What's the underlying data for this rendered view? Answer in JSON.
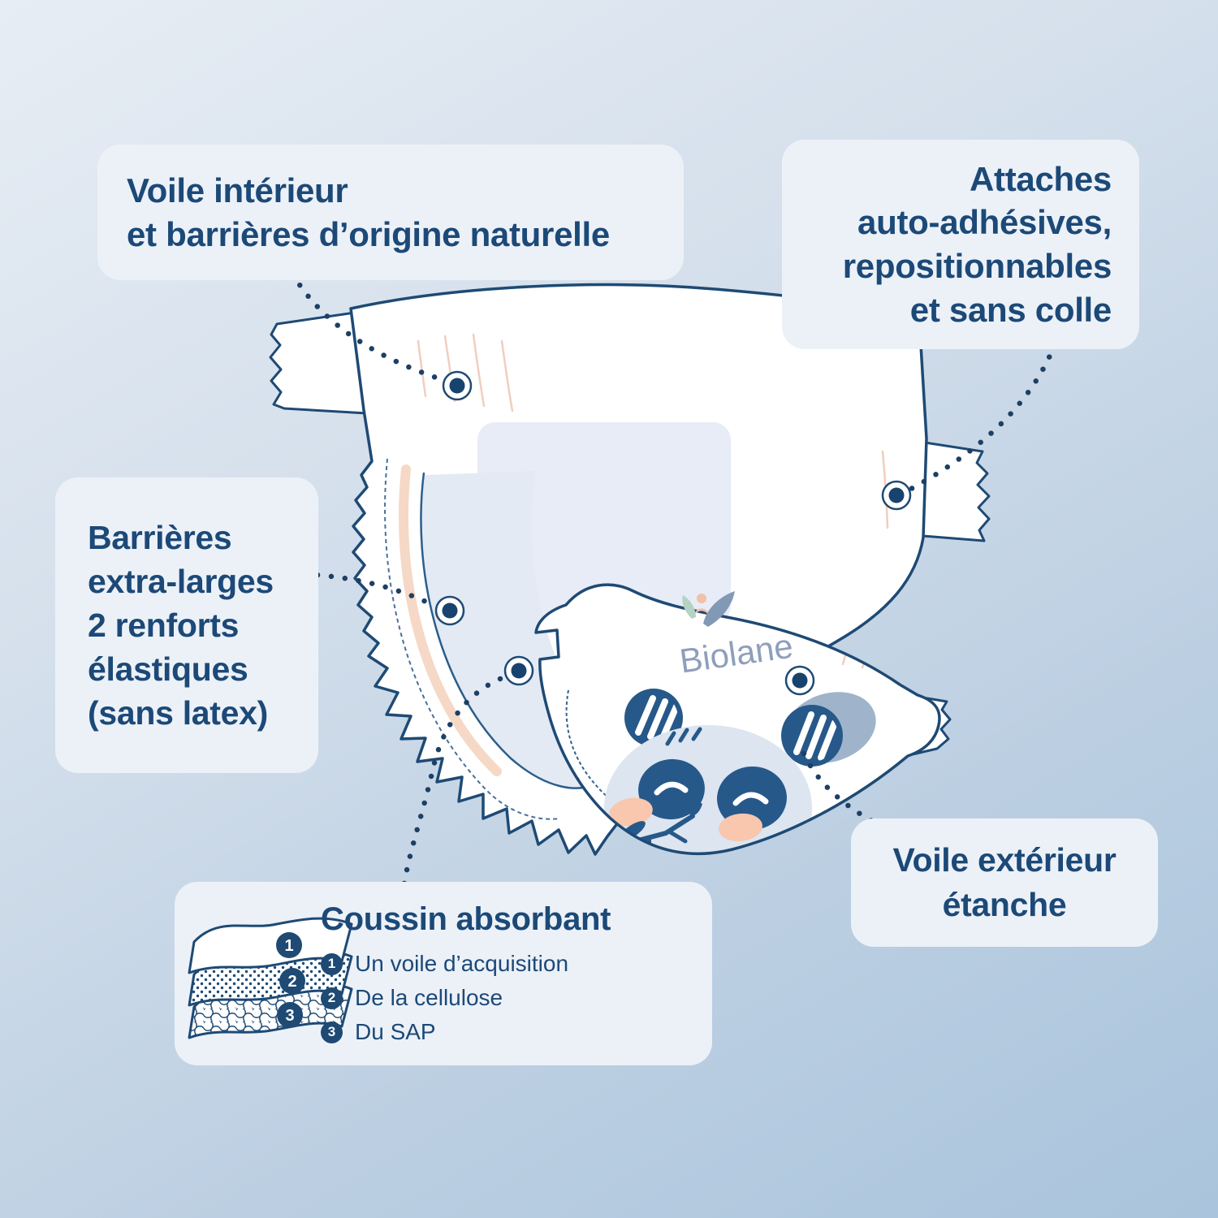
{
  "brand": {
    "name": "Biolane"
  },
  "callouts": {
    "inner_veil": {
      "lines": [
        "Voile intérieur",
        "et barrières d’origine naturelle"
      ]
    },
    "adhesive_tabs": {
      "lines": [
        "Attaches",
        "auto-adhésives,",
        "repositionnables",
        "et sans colle"
      ]
    },
    "barriers": {
      "lines": [
        "Barrières",
        "extra-larges",
        "2 renforts",
        "élastiques",
        "(sans latex)"
      ]
    },
    "outer_veil": {
      "lines": [
        "Voile extérieur",
        "étanche"
      ]
    }
  },
  "absorbent_panel": {
    "title": "Coussin absorbant",
    "items": [
      {
        "num": "1",
        "label": "Un voile d’acquisition"
      },
      {
        "num": "2",
        "label": "De la cellulose"
      },
      {
        "num": "3",
        "label": "Du SAP"
      }
    ]
  },
  "colors": {
    "text_navy": "#1c4977",
    "outline_navy": "#1e4a74",
    "panda_blue": "#27588a",
    "face_blue": "#dce5f0",
    "peach": "#f8c7ad",
    "box_bg": "#ecf1f8",
    "logo_gray": "#8e9fbb",
    "bg_top_left": "#e7edf4",
    "bg_bottom_right": "#a9c4dc"
  }
}
